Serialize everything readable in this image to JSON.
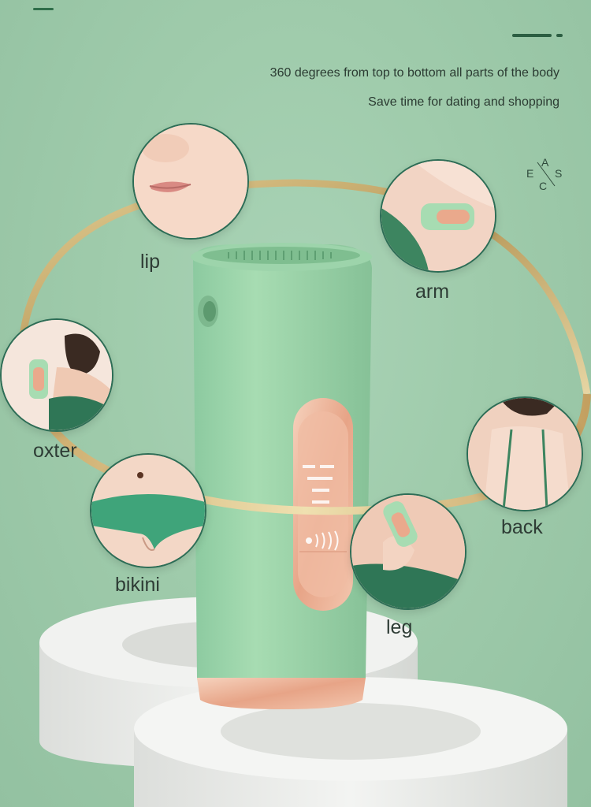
{
  "taglines": {
    "line1": "360 degrees from top to bottom all parts of the body",
    "line2": "Save time for dating and shopping"
  },
  "compass": {
    "n": "A",
    "w": "E",
    "e": "S",
    "s": "C"
  },
  "body_parts": {
    "lip": "lip",
    "arm": "arm",
    "oxter": "oxter",
    "back": "back",
    "bikini": "bikini",
    "leg": "leg"
  },
  "colors": {
    "background": "#9fcbab",
    "device_green": "#9fd2a7",
    "accent_rose_gold": "#e8a88b",
    "ring_gold": "#cbb57a",
    "text_dark": "#2e3c35"
  },
  "icons": [
    "compass-icon",
    "device-window-icon",
    "pager-indicator"
  ]
}
